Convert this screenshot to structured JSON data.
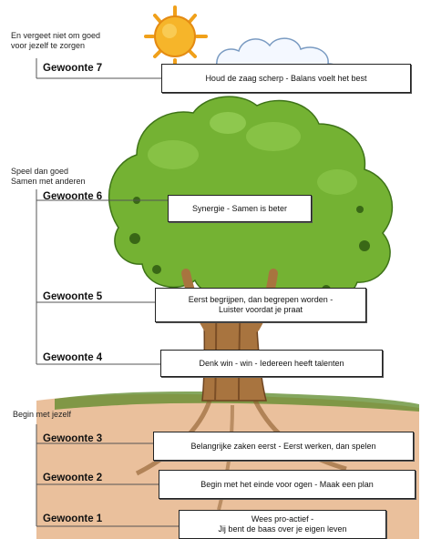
{
  "sections": {
    "top": [
      "En vergeet niet om goed",
      "voor jezelf te zorgen"
    ],
    "middle": [
      "Speel dan goed",
      "Samen met anderen"
    ],
    "bottom": [
      "Begin met jezelf"
    ]
  },
  "habits": [
    {
      "label": "Gewoonte 7",
      "text": [
        "Houd de zaag scherp - Balans voelt het best"
      ]
    },
    {
      "label": "Gewoonte 6",
      "text": [
        "Synergie - Samen is beter"
      ]
    },
    {
      "label": "Gewoonte 5",
      "text": [
        "Eerst begrijpen, dan begrepen worden -",
        "Luister voordat je praat"
      ]
    },
    {
      "label": "Gewoonte 4",
      "text": [
        "Denk win - win - Iedereen heeft talenten"
      ]
    },
    {
      "label": "Gewoonte 3",
      "text": [
        "Belangrijke zaken eerst - Eerst werken, dan spelen"
      ]
    },
    {
      "label": "Gewoonte 2",
      "text": [
        "Begin met het einde voor ogen - Maak een plan"
      ]
    },
    {
      "label": "Gewoonte 1",
      "text": [
        "Wees pro-actief -",
        "Jij bent de baas over je eigen leven"
      ]
    }
  ],
  "colors": {
    "foliage": "#6fae2e",
    "foliage_dark": "#3f7a1a",
    "trunk": "#9c6a3a",
    "ground": "#c9763a",
    "sun": "#f5a623"
  }
}
